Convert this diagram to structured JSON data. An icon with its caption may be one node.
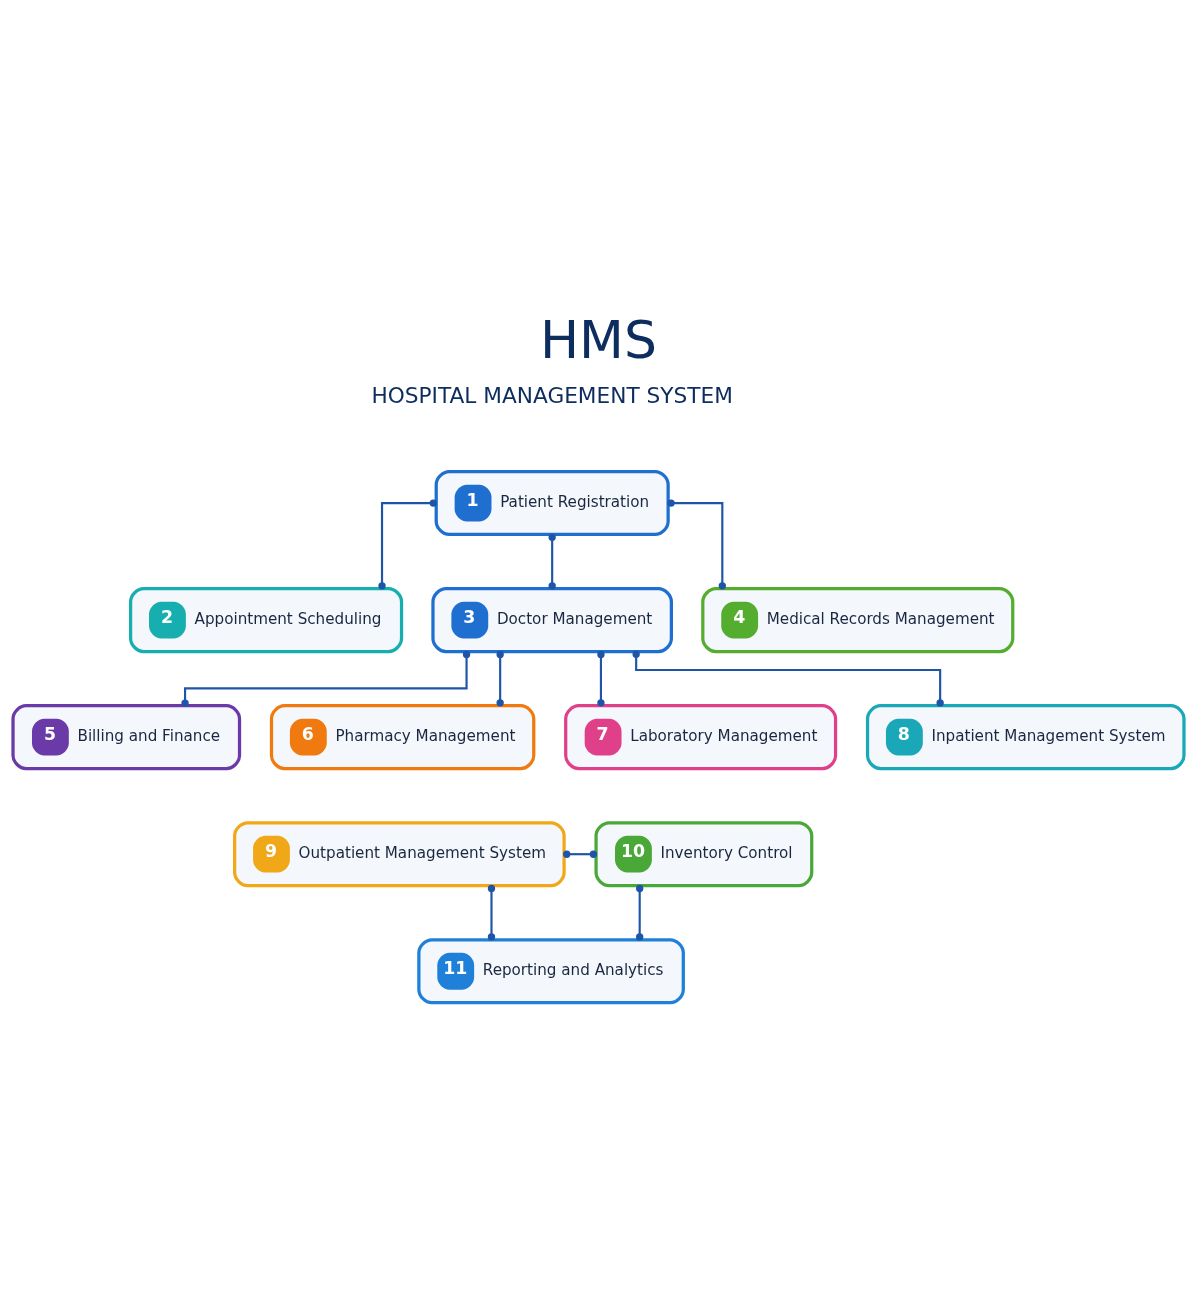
{
  "diagram": {
    "title": "HMS",
    "nodes": [
      {
        "text": [
          "1",
          "Patient Registration"
        ]
      },
      {
        "text": [
          "2",
          "Appointment Scheduling"
        ]
      },
      {
        "text": [
          "3",
          "Doctor Management"
        ]
      },
      {
        "text": [
          "4",
          "Medical Records Management"
        ]
      },
      {
        "text": [
          "5",
          "Billing and Finance"
        ]
      },
      {
        "text": [
          "6",
          "Pharmacy Management"
        ]
      },
      {
        "text": [
          "7",
          "Laboratory Management"
        ]
      },
      {
        "text": [
          "8",
          "Inpatient Management System"
        ]
      },
      {
        "text": [
          "9",
          "Outpatient Management System"
        ]
      },
      {
        "text": [
          "10",
          "Inventory Control"
        ]
      },
      {
        "text": [
          "11",
          "Reporting and Analytics"
        ]
      }
    ],
    "edges": [
      {
        "from": 0,
        "to": 1,
        "arrow": "other"
      },
      {
        "from": 0,
        "to": 2,
        "arrow": "other"
      },
      {
        "from": 0,
        "to": 3,
        "arrow": "other"
      },
      {
        "from": 2,
        "to": 4,
        "arrow": "other"
      },
      {
        "from": 2,
        "to": 5,
        "arrow": "other"
      },
      {
        "from": 2,
        "to": 6,
        "arrow": "other"
      },
      {
        "from": 2,
        "to": 7,
        "arrow": "other"
      },
      {
        "from": 8,
        "to": 9,
        "arrow": "other"
      },
      {
        "from": 8,
        "to": 10,
        "arrow": "other"
      },
      {
        "from": 9,
        "to": 10,
        "arrow": "other"
      }
    ],
    "labels": [
      "HOSPITAL MANAGEMENT SYSTEM"
    ]
  }
}
